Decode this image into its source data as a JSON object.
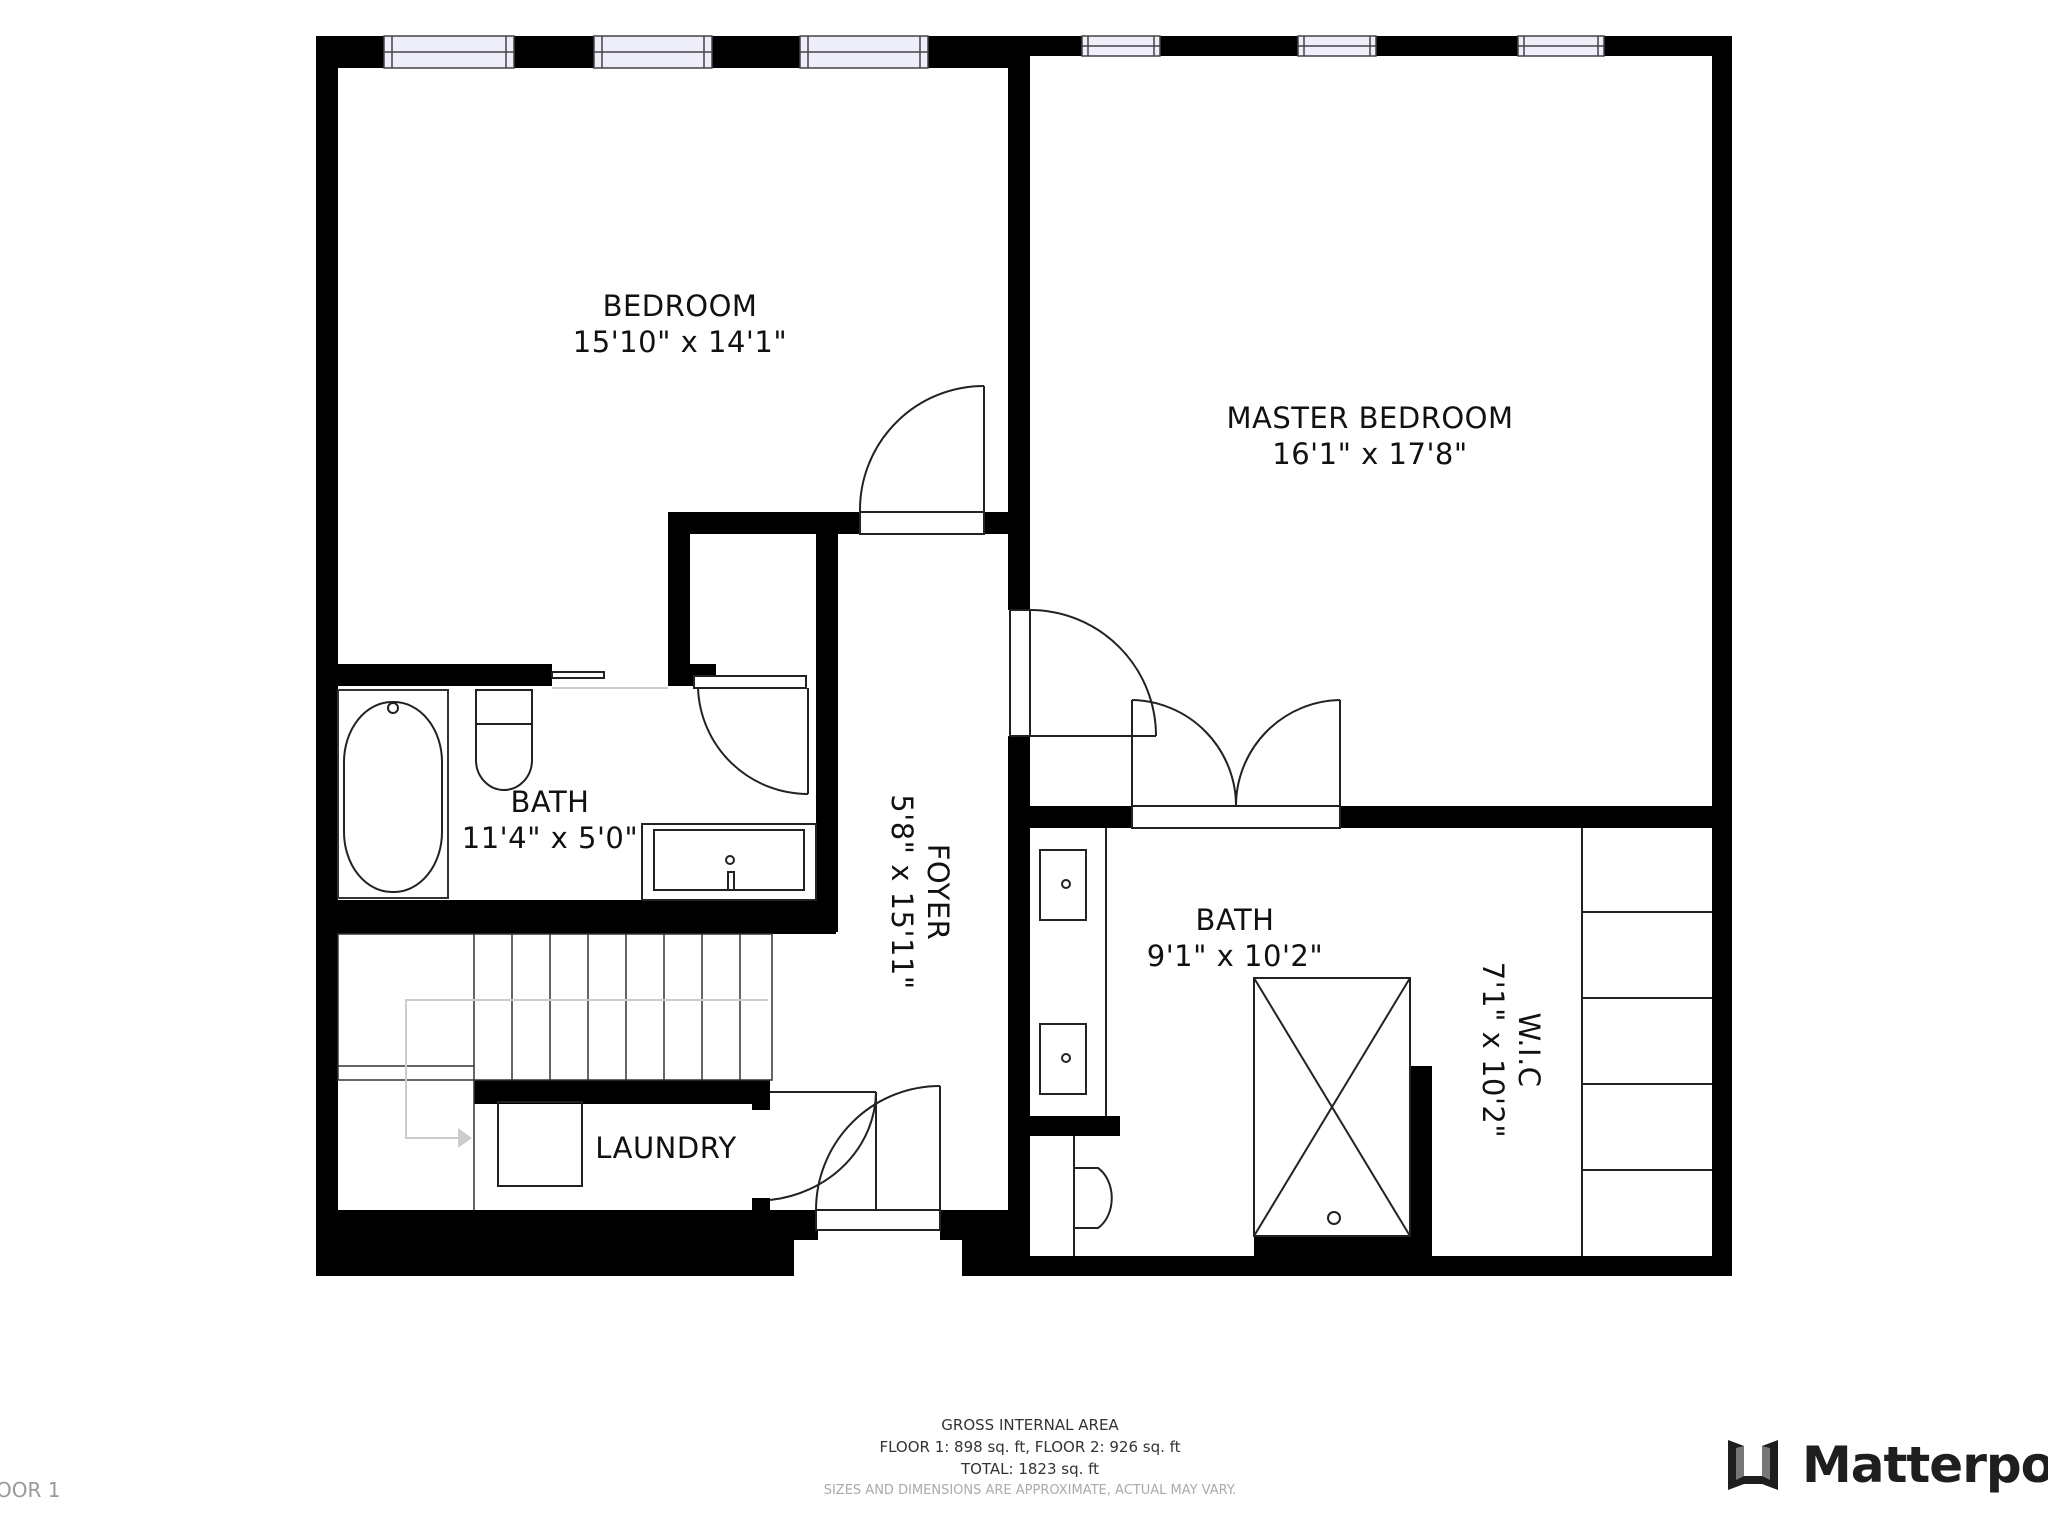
{
  "rooms": {
    "bedroom": {
      "name": "BEDROOM",
      "size": "15'10\" x 14'1\""
    },
    "master_bedroom": {
      "name": "MASTER BEDROOM",
      "size": "16'1\" x 17'8\""
    },
    "bath_small": {
      "name": "BATH",
      "size": "11'4\" x 5'0\""
    },
    "foyer": {
      "name": "FOYER",
      "size": "5'8\" x 15'11\""
    },
    "bath_master": {
      "name": "BATH",
      "size": "9'1\" x 10'2\""
    },
    "wic": {
      "name": "W.I.C",
      "size": "7'1\" x 10'2\""
    },
    "laundry": {
      "name": "LAUNDRY"
    }
  },
  "footer": {
    "title": "GROSS INTERNAL AREA",
    "floors": "FLOOR 1: 898 sq. ft, FLOOR 2: 926 sq. ft",
    "total": "TOTAL: 1823 sq. ft",
    "disclaimer": "SIZES AND DIMENSIONS ARE APPROXIMATE, ACTUAL MAY VARY."
  },
  "floor_tag": "OOR 1",
  "brand": {
    "name": "Matterport",
    "logo_icon": "matterport-logo-icon"
  },
  "colors": {
    "wall": "#000000",
    "window_fill": "#eeeefa",
    "line": "#222222",
    "stair_arrow": "#cccccc"
  }
}
